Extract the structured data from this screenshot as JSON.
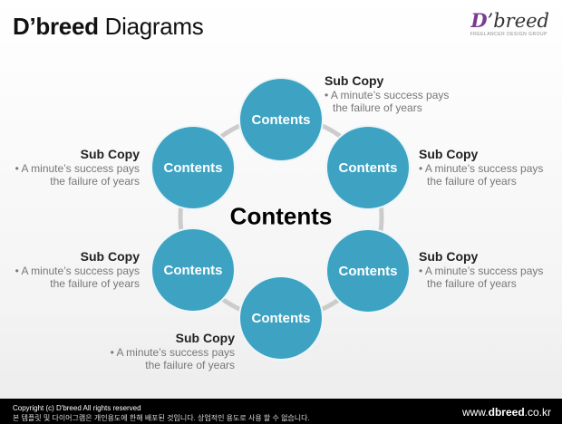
{
  "header": {
    "title_brand": "D’breed",
    "title_rest": "Diagrams",
    "logo_mark": "D",
    "logo_text": "’breed",
    "logo_tagline": "FREELANCER DESIGN GROUP"
  },
  "diagram": {
    "center_label": "Contents",
    "nodes": [
      {
        "label": "Contents",
        "sub_title": "Sub Copy",
        "line1": "• A minute’s success pays",
        "line2": "the failure of years"
      },
      {
        "label": "Contents",
        "sub_title": "Sub Copy",
        "line1": "• A minute’s success pays",
        "line2": "the failure of years"
      },
      {
        "label": "Contents",
        "sub_title": "Sub Copy",
        "line1": "• A minute’s success pays",
        "line2": "the failure of years"
      },
      {
        "label": "Contents",
        "sub_title": "Sub Copy",
        "line1": "• A minute’s success pays",
        "line2": "the failure of years"
      },
      {
        "label": "Contents",
        "sub_title": "Sub Copy",
        "line1": "• A minute’s success pays",
        "line2": "the failure of years"
      },
      {
        "label": "Contents",
        "sub_title": "Sub Copy",
        "line1": "• A minute’s success pays",
        "line2": "the failure of years"
      }
    ]
  },
  "colors": {
    "node_fill": "#3ea3c2",
    "ring": "#cccccc",
    "footer_bg": "#000000"
  },
  "footer": {
    "copyright": "Copyright (c) D'breed All rights reserved",
    "notice": "본 템플릿 및 다이어그램은 개인용도에 한해 배포된 것입니다. 상업적인 용도로 사용 할 수 없습니다.",
    "url_prefix": "www.",
    "url_brand": "dbreed",
    "url_suffix": ".co.kr"
  }
}
